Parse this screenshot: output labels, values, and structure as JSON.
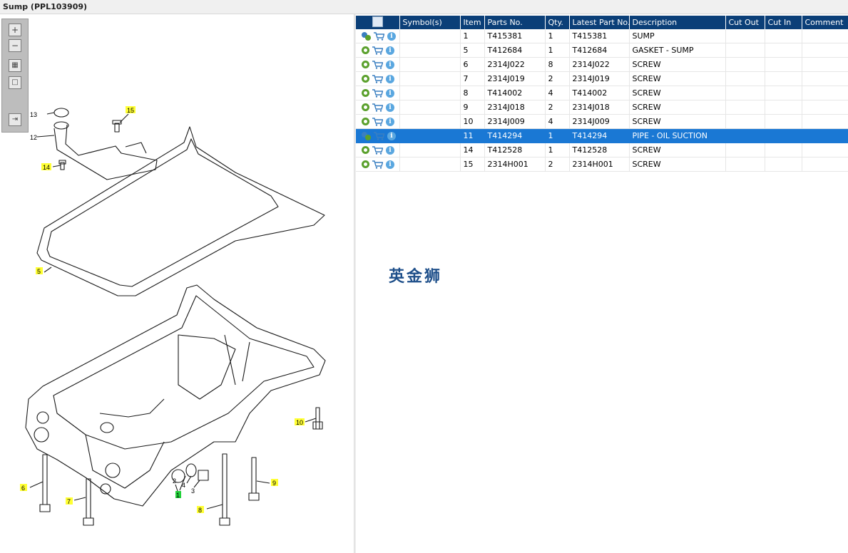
{
  "window": {
    "title": "Sump (PPL103909)"
  },
  "toolbox": {
    "buttons": [
      "zoom-in",
      "zoom-out",
      "fit-all",
      "actual-size",
      "export"
    ]
  },
  "diagram": {
    "callouts": [
      {
        "num": "1",
        "highlight": "#22d23a"
      },
      {
        "num": "2",
        "highlight": ""
      },
      {
        "num": "3",
        "highlight": ""
      },
      {
        "num": "4",
        "highlight": ""
      },
      {
        "num": "5",
        "highlight": "#ffff33"
      },
      {
        "num": "6",
        "highlight": "#ffff33"
      },
      {
        "num": "7",
        "highlight": "#ffff33"
      },
      {
        "num": "8",
        "highlight": "#ffff33"
      },
      {
        "num": "9",
        "highlight": "#ffff33"
      },
      {
        "num": "10",
        "highlight": "#ffff33"
      },
      {
        "num": "12",
        "highlight": ""
      },
      {
        "num": "13",
        "highlight": ""
      },
      {
        "num": "14",
        "highlight": "#ffff33"
      },
      {
        "num": "15",
        "highlight": "#ffff33"
      }
    ]
  },
  "parts_table": {
    "columns": [
      "",
      "Symbol(s)",
      "Item",
      "Parts No.",
      "Qty.",
      "Latest Part No.",
      "Description",
      "Cut Out",
      "Cut In",
      "Comment"
    ],
    "rows": [
      {
        "icons": "gears",
        "symbol": "",
        "item": "1",
        "part": "T415381",
        "qty": "1",
        "latest": "T415381",
        "desc": "SUMP",
        "cut_out": "",
        "cut_in": "",
        "comment": "",
        "selected": false
      },
      {
        "icons": "gear",
        "symbol": "",
        "item": "5",
        "part": "T412684",
        "qty": "1",
        "latest": "T412684",
        "desc": "GASKET - SUMP",
        "cut_out": "",
        "cut_in": "",
        "comment": "",
        "selected": false
      },
      {
        "icons": "gear",
        "symbol": "",
        "item": "6",
        "part": "2314J022",
        "qty": "8",
        "latest": "2314J022",
        "desc": "SCREW",
        "cut_out": "",
        "cut_in": "",
        "comment": "",
        "selected": false
      },
      {
        "icons": "gear",
        "symbol": "",
        "item": "7",
        "part": "2314J019",
        "qty": "2",
        "latest": "2314J019",
        "desc": "SCREW",
        "cut_out": "",
        "cut_in": "",
        "comment": "",
        "selected": false
      },
      {
        "icons": "gear",
        "symbol": "",
        "item": "8",
        "part": "T414002",
        "qty": "4",
        "latest": "T414002",
        "desc": "SCREW",
        "cut_out": "",
        "cut_in": "",
        "comment": "",
        "selected": false
      },
      {
        "icons": "gear",
        "symbol": "",
        "item": "9",
        "part": "2314J018",
        "qty": "2",
        "latest": "2314J018",
        "desc": "SCREW",
        "cut_out": "",
        "cut_in": "",
        "comment": "",
        "selected": false
      },
      {
        "icons": "gear",
        "symbol": "",
        "item": "10",
        "part": "2314J009",
        "qty": "4",
        "latest": "2314J009",
        "desc": "SCREW",
        "cut_out": "",
        "cut_in": "",
        "comment": "",
        "selected": false
      },
      {
        "icons": "gears",
        "symbol": "",
        "item": "11",
        "part": "T414294",
        "qty": "1",
        "latest": "T414294",
        "desc": "PIPE - OIL SUCTION",
        "cut_out": "",
        "cut_in": "",
        "comment": "",
        "selected": true
      },
      {
        "icons": "gear",
        "symbol": "",
        "item": "14",
        "part": "T412528",
        "qty": "1",
        "latest": "T412528",
        "desc": "SCREW",
        "cut_out": "",
        "cut_in": "",
        "comment": "",
        "selected": false
      },
      {
        "icons": "gear",
        "symbol": "",
        "item": "15",
        "part": "2314H001",
        "qty": "2",
        "latest": "2314H001",
        "desc": "SCREW",
        "cut_out": "",
        "cut_in": "",
        "comment": "",
        "selected": false
      }
    ]
  },
  "watermark": {
    "text": "英金狮"
  },
  "colors": {
    "header": "#0b3f78",
    "selected": "#1a78d4",
    "callout_yellow": "#ffff33",
    "callout_green": "#22d23a",
    "gear": "#5aa02c",
    "info": "#5aa7e0"
  }
}
